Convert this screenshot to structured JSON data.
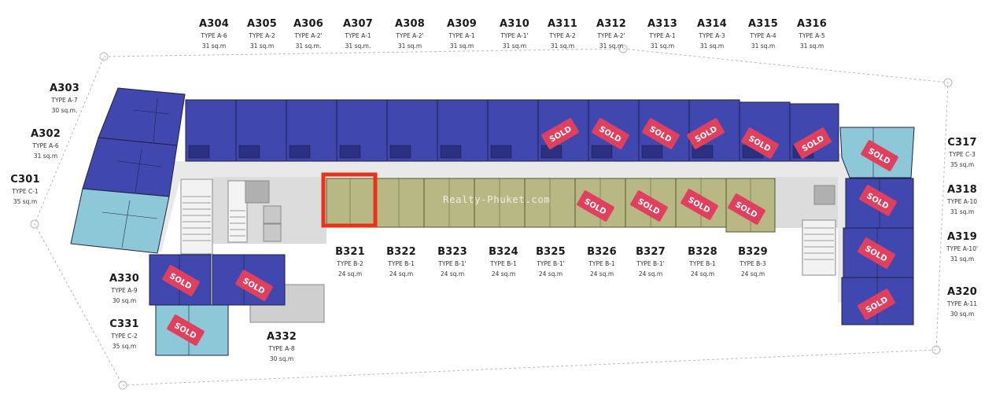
{
  "watermark": "Realty-Phuket.com",
  "sold_label": "SOLD",
  "colors": {
    "sold_badge": "#e0405e",
    "a_unit": "#4048b0",
    "b_unit": "#b8b884",
    "c_unit": "#8cc8d8",
    "corridor": "#e9e9e9",
    "highlight": "#e8321c"
  },
  "units": {
    "A304": {
      "code": "A304",
      "type": "TYPE A-6",
      "area": "31 sq.m"
    },
    "A305": {
      "code": "A305",
      "type": "TYPE A-2",
      "area": "31 sq.m"
    },
    "A306": {
      "code": "A306",
      "type": "TYPE A-2'",
      "area": "31 sq.m."
    },
    "A307": {
      "code": "A307",
      "type": "TYPE A-1",
      "area": "31 sq.m."
    },
    "A308": {
      "code": "A308",
      "type": "TYPE A-2'",
      "area": "31 sq.m"
    },
    "A309": {
      "code": "A309",
      "type": "TYPE A-1",
      "area": "31 sq.m"
    },
    "A310": {
      "code": "A310",
      "type": "TYPE A-1'",
      "area": "31 sq.m"
    },
    "A311": {
      "code": "A311",
      "type": "TYPE A-2",
      "area": "31 sq.m"
    },
    "A312": {
      "code": "A312",
      "type": "TYPE A-2'",
      "area": "31 sq.m"
    },
    "A313": {
      "code": "A313",
      "type": "TYPE A-1",
      "area": "31 sq.m"
    },
    "A314": {
      "code": "A314",
      "type": "TYPE A-3",
      "area": "31 sq.m"
    },
    "A315": {
      "code": "A315",
      "type": "TYPE A-4",
      "area": "31 sq.m"
    },
    "A316": {
      "code": "A316",
      "type": "TYPE A-5",
      "area": "31 sq.m"
    },
    "A303": {
      "code": "A303",
      "type": "TYPE A-7",
      "area": "30 sq.m."
    },
    "A302": {
      "code": "A302",
      "type": "TYPE A-6",
      "area": "31 sq.m"
    },
    "C301": {
      "code": "C301",
      "type": "TYPE C-1",
      "area": "35 sq.m"
    },
    "A330": {
      "code": "A330",
      "type": "TYPE A-9",
      "area": "30 sq.m"
    },
    "C331": {
      "code": "C331",
      "type": "TYPE C-2",
      "area": "35 sq.m"
    },
    "A332": {
      "code": "A332",
      "type": "TYPE A-8",
      "area": "30 sq.m"
    },
    "B321": {
      "code": "B321",
      "type": "TYPE B-2",
      "area": "24 sq.m"
    },
    "B322": {
      "code": "B322",
      "type": "TYPE B-1",
      "area": "24 sq.m"
    },
    "B323": {
      "code": "B323",
      "type": "TYPE B-1'",
      "area": "24 sq.m"
    },
    "B324": {
      "code": "B324",
      "type": "TYPE B-1",
      "area": "24 sq.m"
    },
    "B325": {
      "code": "B325",
      "type": "TYPE B-1'",
      "area": "24 sq.m"
    },
    "B326": {
      "code": "B326",
      "type": "TYPE B-1",
      "area": "24 sq.m"
    },
    "B327": {
      "code": "B327",
      "type": "TYPE B-1'",
      "area": "24 sq.m"
    },
    "B328": {
      "code": "B328",
      "type": "TYPE B-1",
      "area": "24 sq.m"
    },
    "B329": {
      "code": "B329",
      "type": "TYPE B-3",
      "area": "24 sq.m"
    },
    "C317": {
      "code": "C317",
      "type": "TYPE C-3",
      "area": "35 sq.m"
    },
    "A318": {
      "code": "A318",
      "type": "TYPE A-10",
      "area": "31 sq.m"
    },
    "A319": {
      "code": "A319",
      "type": "TYPE A-10'",
      "area": "31 sq.m"
    },
    "A320": {
      "code": "A320",
      "type": "TYPE A-11",
      "area": "30 sq.m"
    }
  }
}
